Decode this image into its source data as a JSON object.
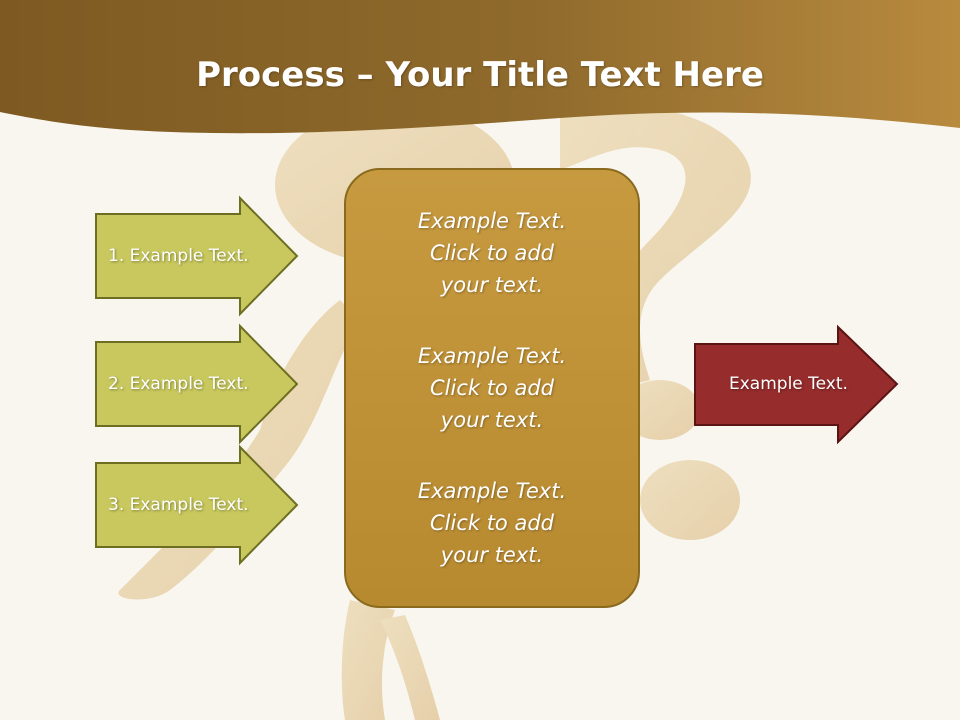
{
  "header": {
    "title_bold": "Process",
    "title_rest": " – Your Title Text Here"
  },
  "colors": {
    "header_brown": "#8a6428",
    "green_arrow": "#c8c85e",
    "green_border": "#6e6e22",
    "red_arrow": "#962c2c",
    "center_box": "#c1933a"
  },
  "input_arrows": [
    {
      "label": "1. Example Text."
    },
    {
      "label": "2. Example Text."
    },
    {
      "label": "3. Example Text."
    }
  ],
  "center_box": {
    "items": [
      "Example Text.\nClick  to add\nyour text.",
      "Example Text.\nClick  to add\nyour text.",
      "Example Text.\nClick  to add\nyour text."
    ]
  },
  "output_arrow": {
    "label": "Example Text."
  }
}
